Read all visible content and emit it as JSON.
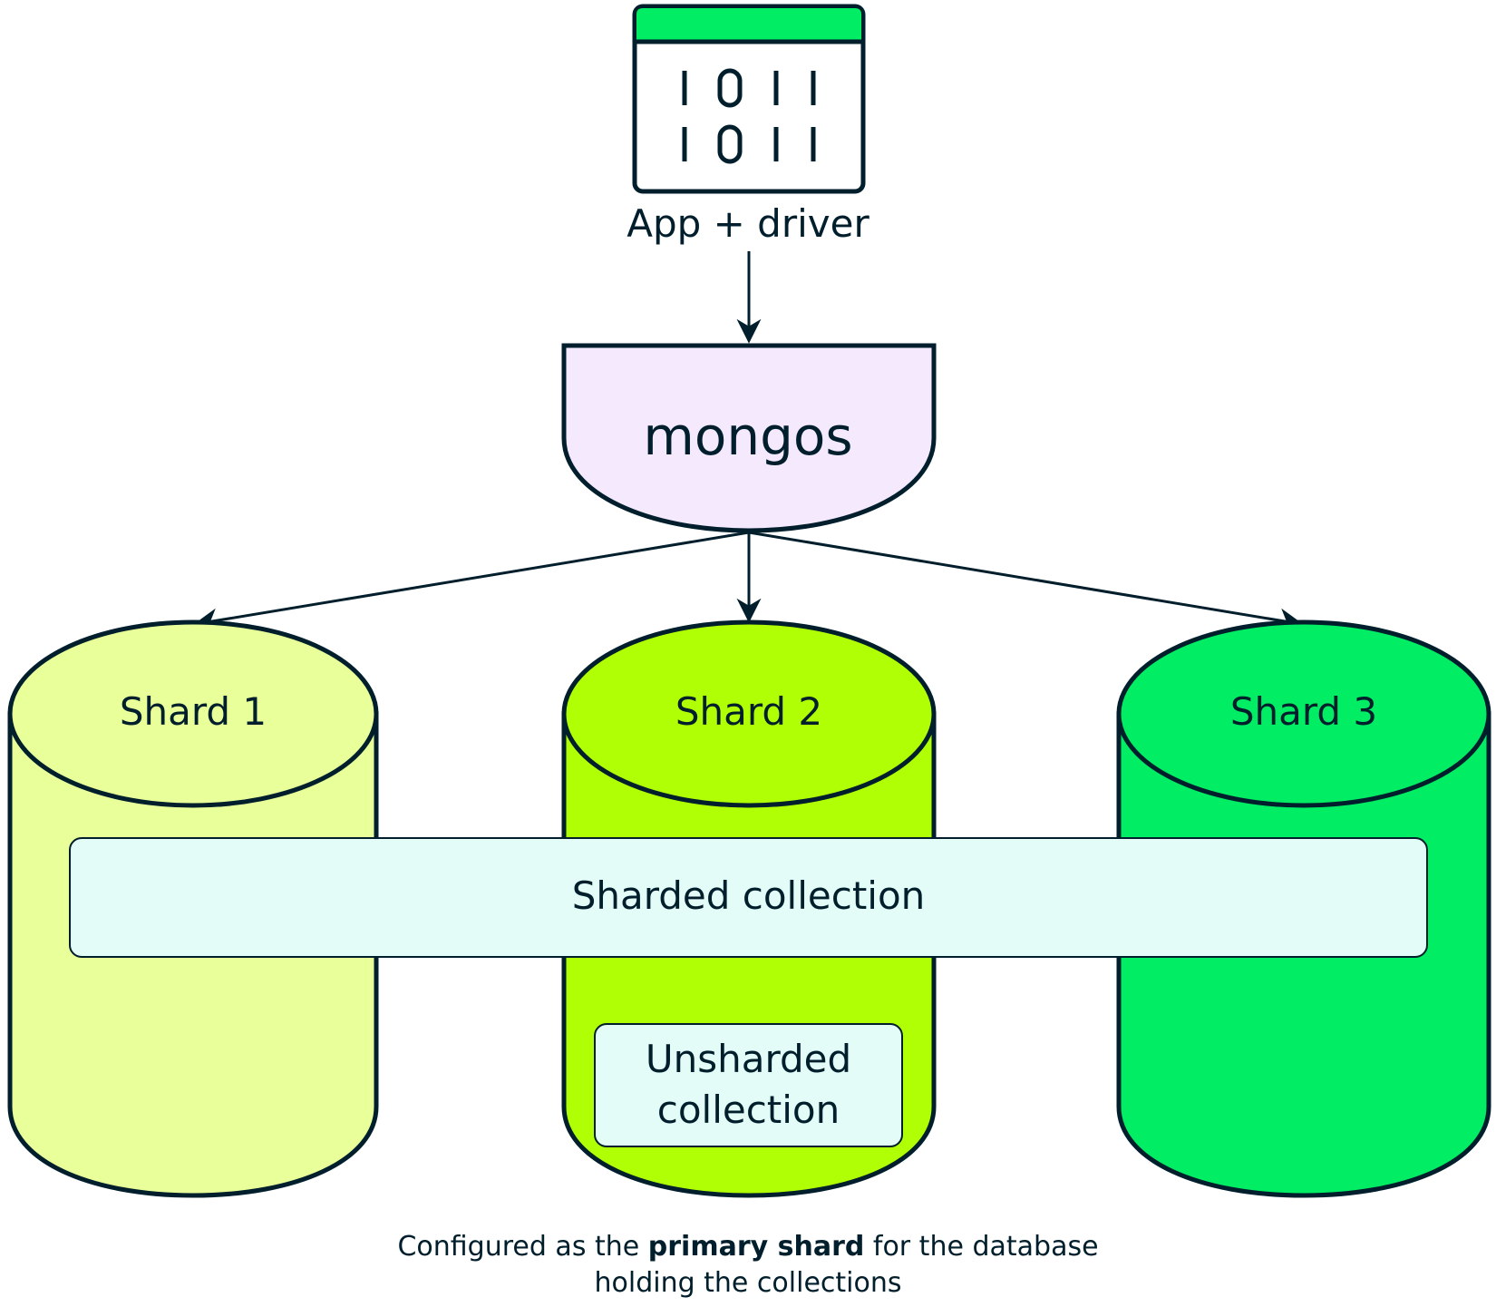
{
  "diagram": {
    "app": {
      "label": "App + driver",
      "binary_rows": [
        "1011",
        "1011"
      ],
      "header_color": "#00ed64"
    },
    "router": {
      "label": "mongos",
      "fill": "#f5e9fd"
    },
    "shards": [
      {
        "label": "Shard 1",
        "fill": "#e9ff99"
      },
      {
        "label": "Shard 2",
        "fill": "#b1ff05"
      },
      {
        "label": "Shard 3",
        "fill": "#00ed64"
      }
    ],
    "sharded_collection": {
      "label": "Sharded collection",
      "fill": "#e3fcf7"
    },
    "unsharded_collection": {
      "label": "Unsharded collection",
      "fill": "#e3fcf7"
    },
    "caption": {
      "prefix": "Configured as the ",
      "bold": "primary shard",
      "suffix": " for the database holding the collections"
    },
    "edges": [
      {
        "from": "App + driver",
        "to": "mongos"
      },
      {
        "from": "mongos",
        "to": "Shard 1"
      },
      {
        "from": "mongos",
        "to": "Shard 2"
      },
      {
        "from": "mongos",
        "to": "Shard 3"
      }
    ],
    "stroke_color": "#001e2b"
  }
}
